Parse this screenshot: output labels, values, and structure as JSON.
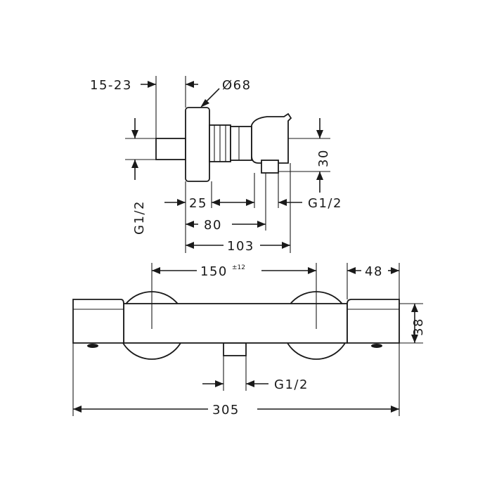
{
  "dims": {
    "wall_dist": "15-23",
    "rosette_dia": "Ø68",
    "height_30": "30",
    "inlet_thread": "G1/2",
    "d25": "25",
    "outlet_thread": "G1/2",
    "d80": "80",
    "d103": "103",
    "centres": "150",
    "centres_tol": "±12",
    "handle_len": "48",
    "body_height": "38",
    "bottom_outlet": "G1/2",
    "overall_len": "305"
  }
}
